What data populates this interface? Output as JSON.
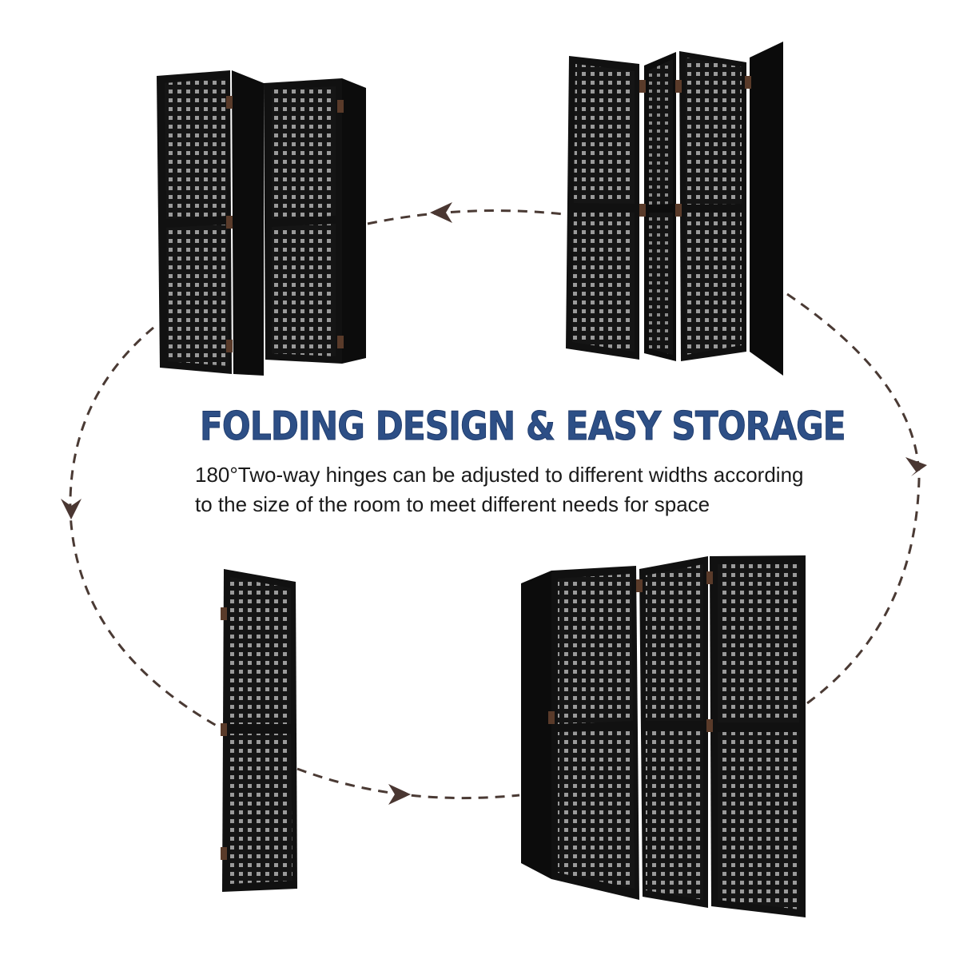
{
  "headline": "FOLDING DESIGN & EASY STORAGE",
  "description": "180°Two-way hinges can be adjusted to different widths according to the size of the room to meet different needs for space",
  "colors": {
    "headline": "#2d4f86",
    "panel": "#161616",
    "weave": "#9a9a9a",
    "hinge": "#5a3b2a",
    "dashed_path": "#4a3a34",
    "arrow": "#4a3732",
    "background": "#ffffff"
  },
  "illustrations": [
    {
      "name": "divider-folded-pair",
      "panels": 4,
      "state": "folded in pairs"
    },
    {
      "name": "divider-four-panel-wide",
      "panels": 4,
      "state": "extended"
    },
    {
      "name": "divider-fully-folded",
      "panels": 4,
      "state": "collapsed"
    },
    {
      "name": "divider-four-panel-angled",
      "panels": 4,
      "state": "zig-zag standing"
    }
  ],
  "cycle_arrows": [
    "left",
    "down",
    "right",
    "up"
  ]
}
